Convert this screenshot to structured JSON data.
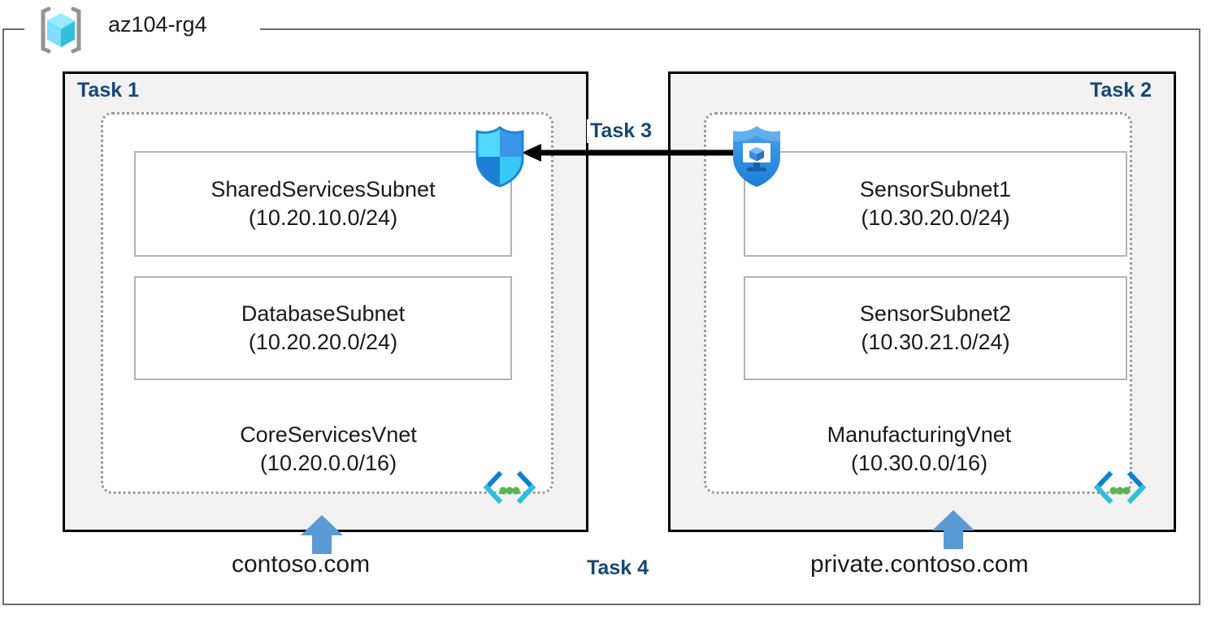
{
  "resource_group": {
    "name": "az104-rg4",
    "icon": "azure-resource-group-icon"
  },
  "tasks": {
    "task1": "Task 1",
    "task2": "Task 2",
    "task3": "Task 3",
    "task4": "Task 4"
  },
  "vnets": [
    {
      "id": "core-services",
      "name": "CoreServicesVnet",
      "address_space": "(10.20.0.0/16)",
      "icon": "virtual-network-icon",
      "subnets": [
        {
          "id": "shared-services",
          "name": "SharedServicesSubnet",
          "address_space": "(10.20.10.0/24)"
        },
        {
          "id": "database",
          "name": "DatabaseSubnet",
          "address_space": "(10.20.20.0/24)"
        }
      ],
      "dns_zone": "contoso.com"
    },
    {
      "id": "manufacturing",
      "name": "ManufacturingVnet",
      "address_space": "(10.30.0.0/16)",
      "icon": "virtual-network-icon",
      "subnets": [
        {
          "id": "sensor-1",
          "name": "SensorSubnet1",
          "address_space": "(10.30.20.0/24)"
        },
        {
          "id": "sensor-2",
          "name": "SensorSubnet2",
          "address_space": "(10.30.21.0/24)"
        }
      ],
      "dns_zone": "private.contoso.com"
    }
  ],
  "security": {
    "nsg_icon": "network-security-group-shield-icon",
    "asg_icon": "application-security-group-shield-icon"
  },
  "connection": {
    "icon": "peering-arrow-icon",
    "direction": "right-to-left"
  },
  "colors": {
    "task_label": "#154874",
    "panel_fill": "#f2f2f2",
    "panel_border": "#000000",
    "vnet_border": "#9a9a9a",
    "subnet_border": "#b3b3b3",
    "rg_border": "#6b6b6b",
    "arrow_blue": "#5b9bd5",
    "azure_cyan": "#50e6ff",
    "azure_blue": "#0078d4",
    "dot_green": "#5ab552"
  }
}
